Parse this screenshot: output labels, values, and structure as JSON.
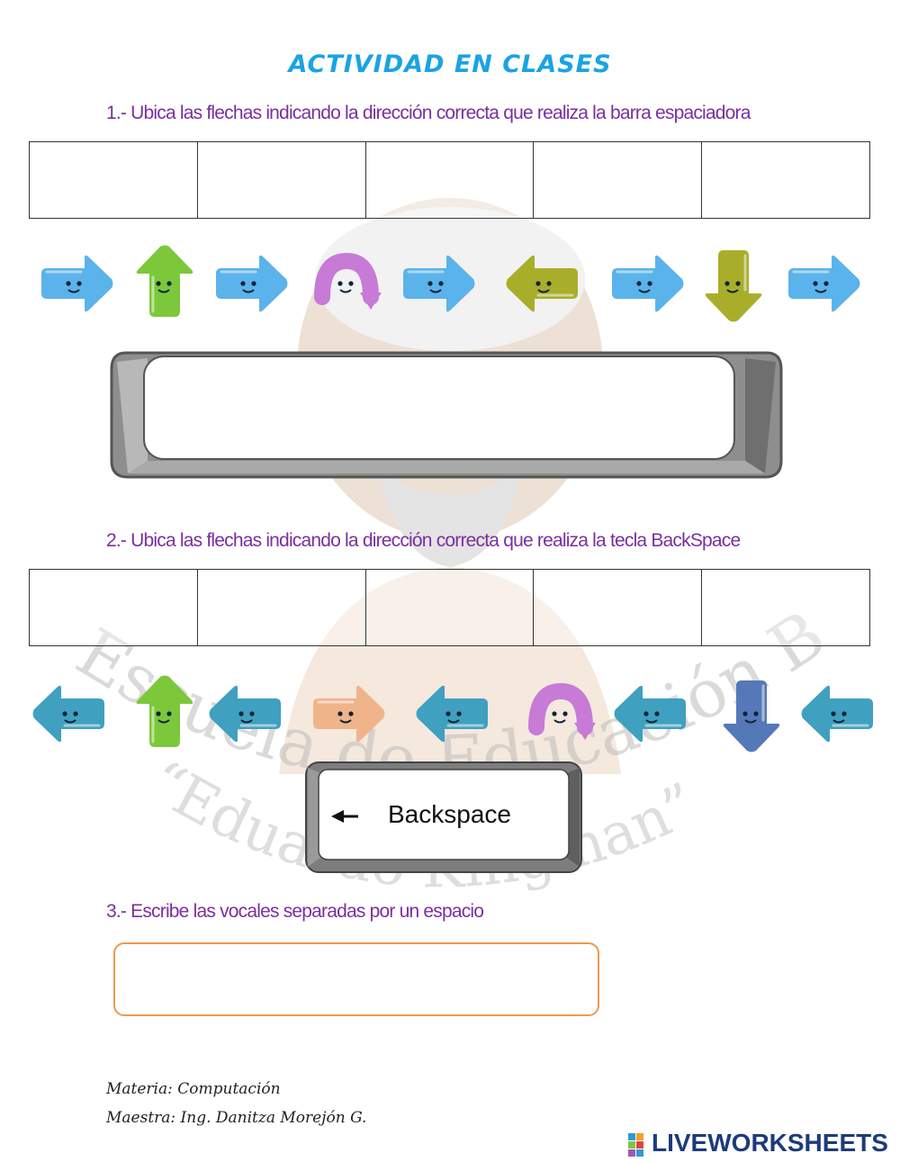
{
  "title": "ACTIVIDAD EN CLASES",
  "questions": {
    "q1": "1.- Ubica las flechas indicando la dirección correcta que realiza la barra espaciadora",
    "q2": "2.- Ubica las flechas indicando la dirección correcta que realiza la tecla BackSpace",
    "q3": "3.- Escribe las vocales separadas por un espacio"
  },
  "row1_arrows": [
    "right",
    "up",
    "right",
    "curve",
    "right",
    "left",
    "right",
    "down",
    "right"
  ],
  "row2_arrows": [
    "left",
    "up",
    "left",
    "right",
    "left",
    "curve",
    "left",
    "down",
    "left"
  ],
  "backspace_key": "Backspace",
  "watermark": {
    "line1": "Escuela de Educación Básica",
    "line2": "“Eduardo Kingman”"
  },
  "footer": {
    "materia": "Materia: Computación",
    "maestra": "Maestra: Ing. Danitza Morejón G."
  },
  "brand": "LIVEWORKSHEETS",
  "colors": {
    "title": "#1aa3e6",
    "question": "#7a2fa0",
    "arrow_blue": "#5ab3ea",
    "arrow_green": "#7cc83a",
    "arrow_purple": "#c77ad6",
    "arrow_olive": "#a9ae2a",
    "arrow_teal": "#3fa0c0",
    "arrow_peach": "#f0b48a",
    "arrow_navy": "#5579b8",
    "input_border": "#ee9a50"
  }
}
